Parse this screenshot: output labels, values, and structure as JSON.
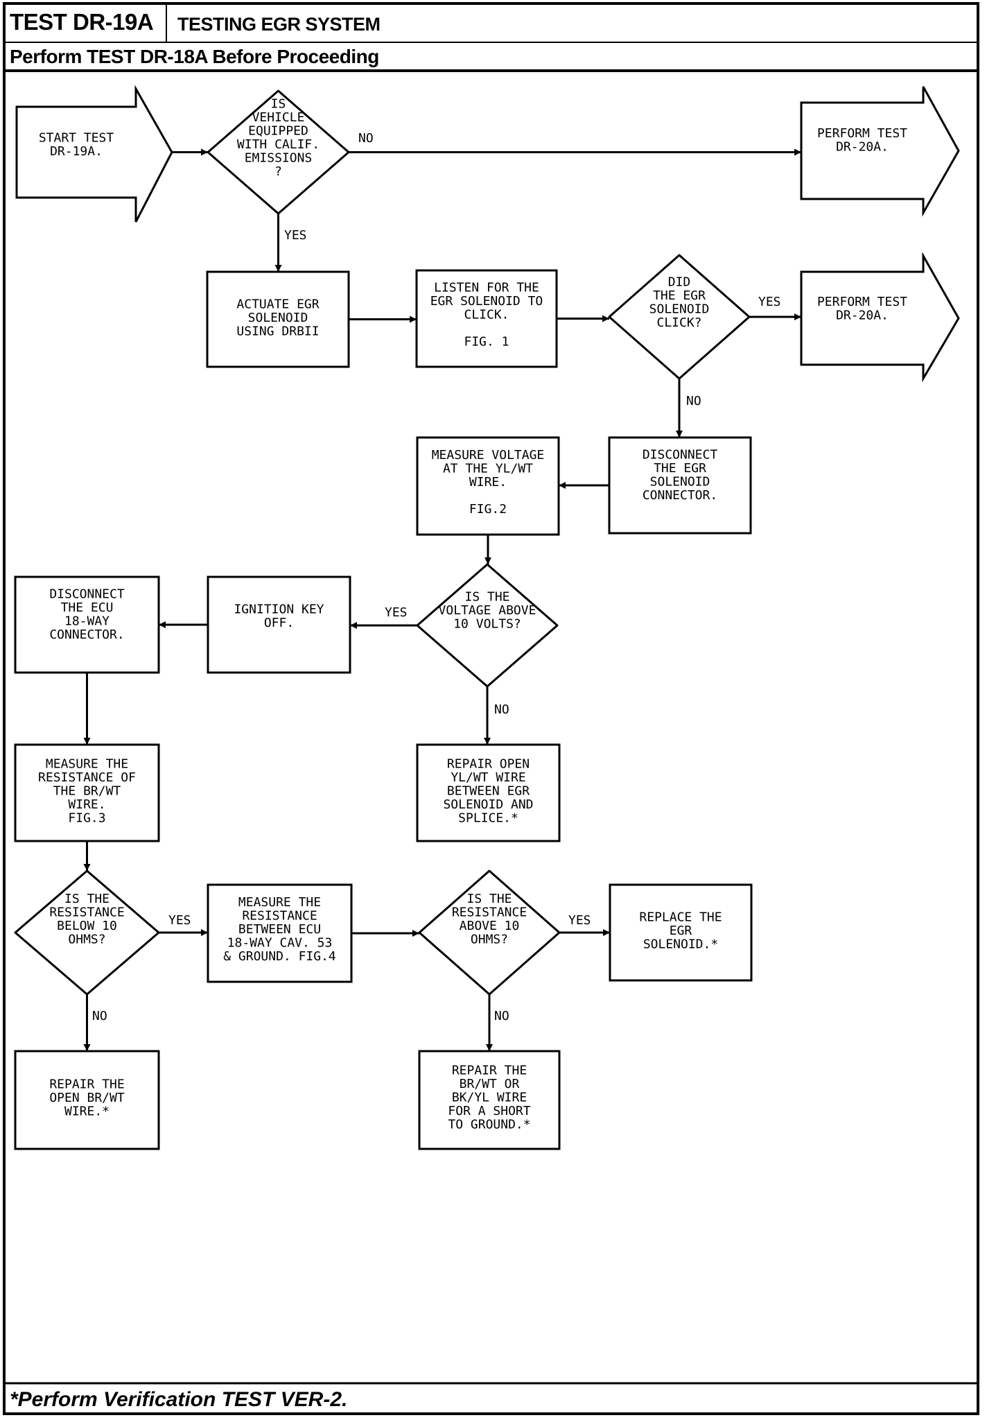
{
  "header": {
    "test_id": "TEST DR-19A",
    "title": "TESTING EGR SYSTEM",
    "prerequisite": "Perform TEST DR-18A Before Proceeding"
  },
  "footer": {
    "note": "*Perform Verification TEST VER-2."
  },
  "nodes": [
    {
      "id": "start",
      "type": "arrow",
      "lines": [
        "START TEST",
        "DR-19A."
      ]
    },
    {
      "id": "q_calif",
      "type": "decision",
      "lines": [
        "IS",
        "VEHICLE",
        "EQUIPPED",
        "WITH CALIF.",
        "EMISSIONS",
        "?"
      ]
    },
    {
      "id": "goto_dr20a_1",
      "type": "arrow",
      "lines": [
        "PERFORM TEST",
        "DR-20A."
      ]
    },
    {
      "id": "actuate",
      "type": "process",
      "lines": [
        "ACTUATE EGR",
        "SOLENOID",
        "USING DRBII"
      ]
    },
    {
      "id": "listen",
      "type": "process",
      "lines": [
        "LISTEN FOR THE",
        "EGR SOLENOID TO",
        "CLICK.",
        "",
        "FIG. 1"
      ]
    },
    {
      "id": "q_click",
      "type": "decision",
      "lines": [
        "DID",
        "THE EGR",
        "SOLENOID",
        "CLICK?"
      ]
    },
    {
      "id": "goto_dr20a_2",
      "type": "arrow",
      "lines": [
        "PERFORM TEST",
        "DR-20A."
      ]
    },
    {
      "id": "disconnect_egr",
      "type": "process",
      "lines": [
        "DISCONNECT",
        "THE EGR",
        "SOLENOID",
        "CONNECTOR."
      ]
    },
    {
      "id": "measure_voltage",
      "type": "process",
      "lines": [
        "MEASURE VOLTAGE",
        "AT THE YL/WT",
        "WIRE.",
        "",
        "FIG.2"
      ]
    },
    {
      "id": "q_voltage",
      "type": "decision",
      "lines": [
        "IS THE",
        "VOLTAGE ABOVE",
        "10 VOLTS?"
      ]
    },
    {
      "id": "ignition_off",
      "type": "process",
      "lines": [
        "IGNITION KEY",
        "OFF."
      ]
    },
    {
      "id": "disconnect_ecu",
      "type": "process",
      "lines": [
        "DISCONNECT",
        "THE ECU",
        "18-WAY",
        "CONNECTOR."
      ]
    },
    {
      "id": "repair_yl",
      "type": "process",
      "lines": [
        "REPAIR OPEN",
        "YL/WT WIRE",
        "BETWEEN EGR",
        "SOLENOID AND",
        "SPLICE.*"
      ]
    },
    {
      "id": "measure_brwt",
      "type": "process",
      "lines": [
        "MEASURE THE",
        "RESISTANCE OF",
        "THE BR/WT",
        "WIRE.",
        "FIG.3"
      ]
    },
    {
      "id": "q_below10",
      "type": "decision",
      "lines": [
        "IS THE",
        "RESISTANCE",
        "BELOW 10",
        "OHMS?"
      ]
    },
    {
      "id": "measure_cav53",
      "type": "process",
      "lines": [
        "MEASURE THE",
        "RESISTANCE",
        "BETWEEN ECU",
        "18-WAY CAV. 53",
        "& GROUND. FIG.4"
      ]
    },
    {
      "id": "q_above10",
      "type": "decision",
      "lines": [
        "IS THE",
        "RESISTANCE",
        "ABOVE 10",
        "OHMS?"
      ]
    },
    {
      "id": "replace_solenoid",
      "type": "process",
      "lines": [
        "REPLACE THE",
        "EGR",
        "SOLENOID.*"
      ]
    },
    {
      "id": "repair_brwt",
      "type": "process",
      "lines": [
        "REPAIR THE",
        "OPEN BR/WT",
        "WIRE.*"
      ]
    },
    {
      "id": "repair_short",
      "type": "process",
      "lines": [
        "REPAIR THE",
        "BR/WT OR",
        "BK/YL WIRE",
        "FOR A SHORT",
        "TO GROUND.*"
      ]
    }
  ],
  "edges": [
    {
      "from": "start",
      "to": "q_calif",
      "label": ""
    },
    {
      "from": "q_calif",
      "to": "goto_dr20a_1",
      "label": "NO"
    },
    {
      "from": "q_calif",
      "to": "actuate",
      "label": "YES"
    },
    {
      "from": "actuate",
      "to": "listen",
      "label": ""
    },
    {
      "from": "listen",
      "to": "q_click",
      "label": ""
    },
    {
      "from": "q_click",
      "to": "goto_dr20a_2",
      "label": "YES"
    },
    {
      "from": "q_click",
      "to": "disconnect_egr",
      "label": "NO"
    },
    {
      "from": "disconnect_egr",
      "to": "measure_voltage",
      "label": ""
    },
    {
      "from": "measure_voltage",
      "to": "q_voltage",
      "label": ""
    },
    {
      "from": "q_voltage",
      "to": "ignition_off",
      "label": "YES"
    },
    {
      "from": "q_voltage",
      "to": "repair_yl",
      "label": "NO"
    },
    {
      "from": "ignition_off",
      "to": "disconnect_ecu",
      "label": ""
    },
    {
      "from": "disconnect_ecu",
      "to": "measure_brwt",
      "label": ""
    },
    {
      "from": "measure_brwt",
      "to": "q_below10",
      "label": ""
    },
    {
      "from": "q_below10",
      "to": "measure_cav53",
      "label": "YES"
    },
    {
      "from": "q_below10",
      "to": "repair_brwt",
      "label": "NO"
    },
    {
      "from": "measure_cav53",
      "to": "q_above10",
      "label": ""
    },
    {
      "from": "q_above10",
      "to": "replace_solenoid",
      "label": "YES"
    },
    {
      "from": "q_above10",
      "to": "repair_short",
      "label": "NO"
    }
  ]
}
